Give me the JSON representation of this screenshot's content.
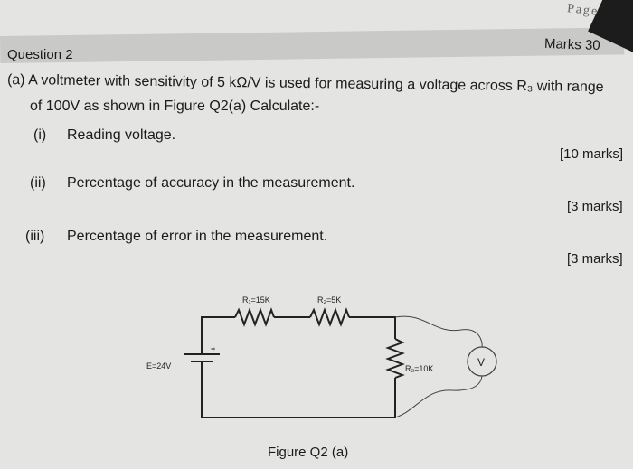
{
  "header": {
    "page_label": "Page",
    "marks": "Marks 30"
  },
  "question": {
    "title": "Question 2",
    "part_a_line1": "(a) A voltmeter with sensitivity of 5 kΩ/V is used for measuring a voltage across R₃ with range",
    "part_a_line2": "of 100V as shown in Figure Q2(a) Calculate:-",
    "items": [
      {
        "num": "(i)",
        "text": "Reading voltage.",
        "marks": "[10 marks]"
      },
      {
        "num": "(ii)",
        "text": "Percentage of accuracy in the measurement.",
        "marks": "[3 marks]"
      },
      {
        "num": "(iii)",
        "text": "Percentage of error in the measurement.",
        "marks": "[3 marks]"
      }
    ]
  },
  "figure": {
    "caption": "Figure Q2 (a)",
    "r1": "R₁=15K",
    "r2": "R₂=5K",
    "r3": "R₃=10K",
    "source": "E=24V",
    "plus": "+",
    "meter": "V"
  }
}
